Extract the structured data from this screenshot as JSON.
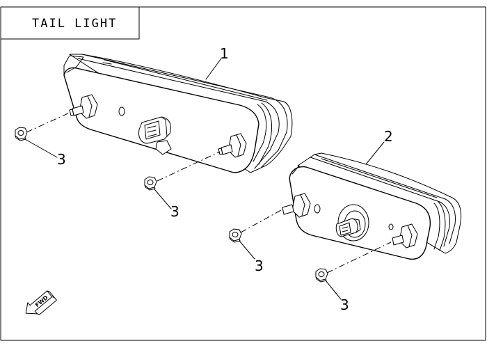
{
  "title": "TAIL LIGHT",
  "fwd_label": "FWD",
  "callouts": {
    "c1": "1",
    "c2": "2",
    "c3a": "3",
    "c3b": "3",
    "c3c": "3",
    "c3d": "3"
  },
  "icons": [
    "hex-nut-icon",
    "forward-arrow-icon",
    "connector-plug-icon"
  ]
}
